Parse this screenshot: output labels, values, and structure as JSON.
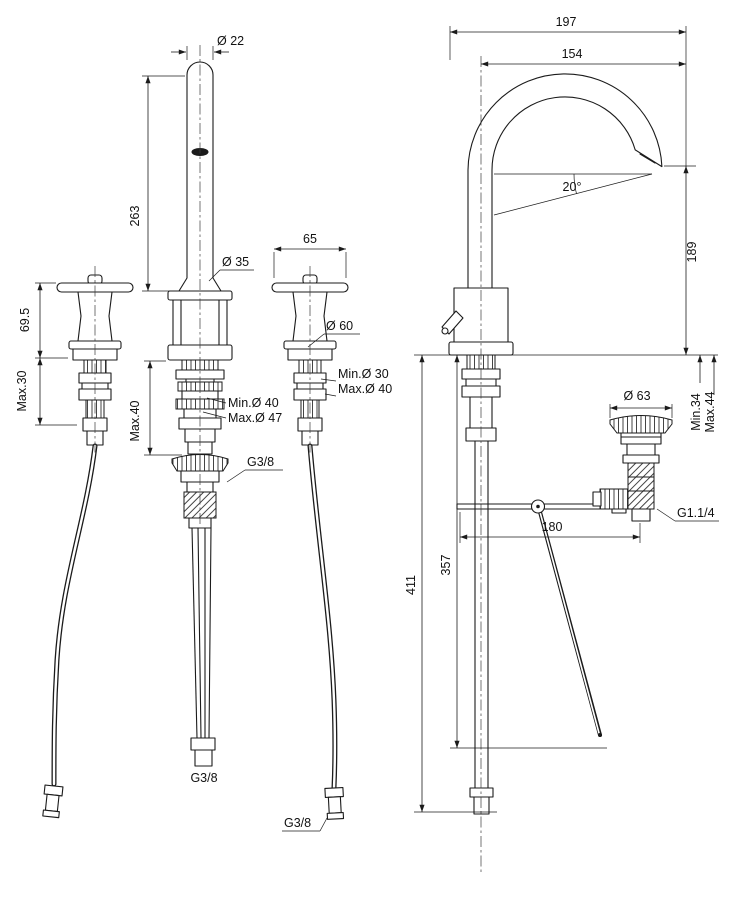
{
  "front_view": {
    "spout_tube_diameter": "Ø 22",
    "spout_height": "263",
    "spout_base_diameter": "Ø 35",
    "handle_width": "65",
    "rosette_diameter": "Ø 60",
    "handle_height": "69.5",
    "deck_max_side": "Max.30",
    "deck_max_center": "Max.40",
    "hole_center_min": "Min.Ø 40",
    "hole_center_max": "Max.Ø 47",
    "hole_side_min": "Min.Ø 30",
    "hole_side_max": "Max.Ø 40",
    "drain_thread": "G3/8",
    "supply_thread_center": "G3/8",
    "supply_thread_side": "G3/8"
  },
  "side_view": {
    "total_projection": "197",
    "spout_projection": "154",
    "spout_angle": "20°",
    "spout_height_above_deck": "189",
    "waste_flange_diameter": "Ø 63",
    "waste_deck_min": "Min.34",
    "waste_deck_max": "Max.44",
    "rod_projection": "180",
    "waste_thread": "G1.1/4",
    "height_deck_to_rod": "357",
    "height_deck_to_hose": "411"
  }
}
